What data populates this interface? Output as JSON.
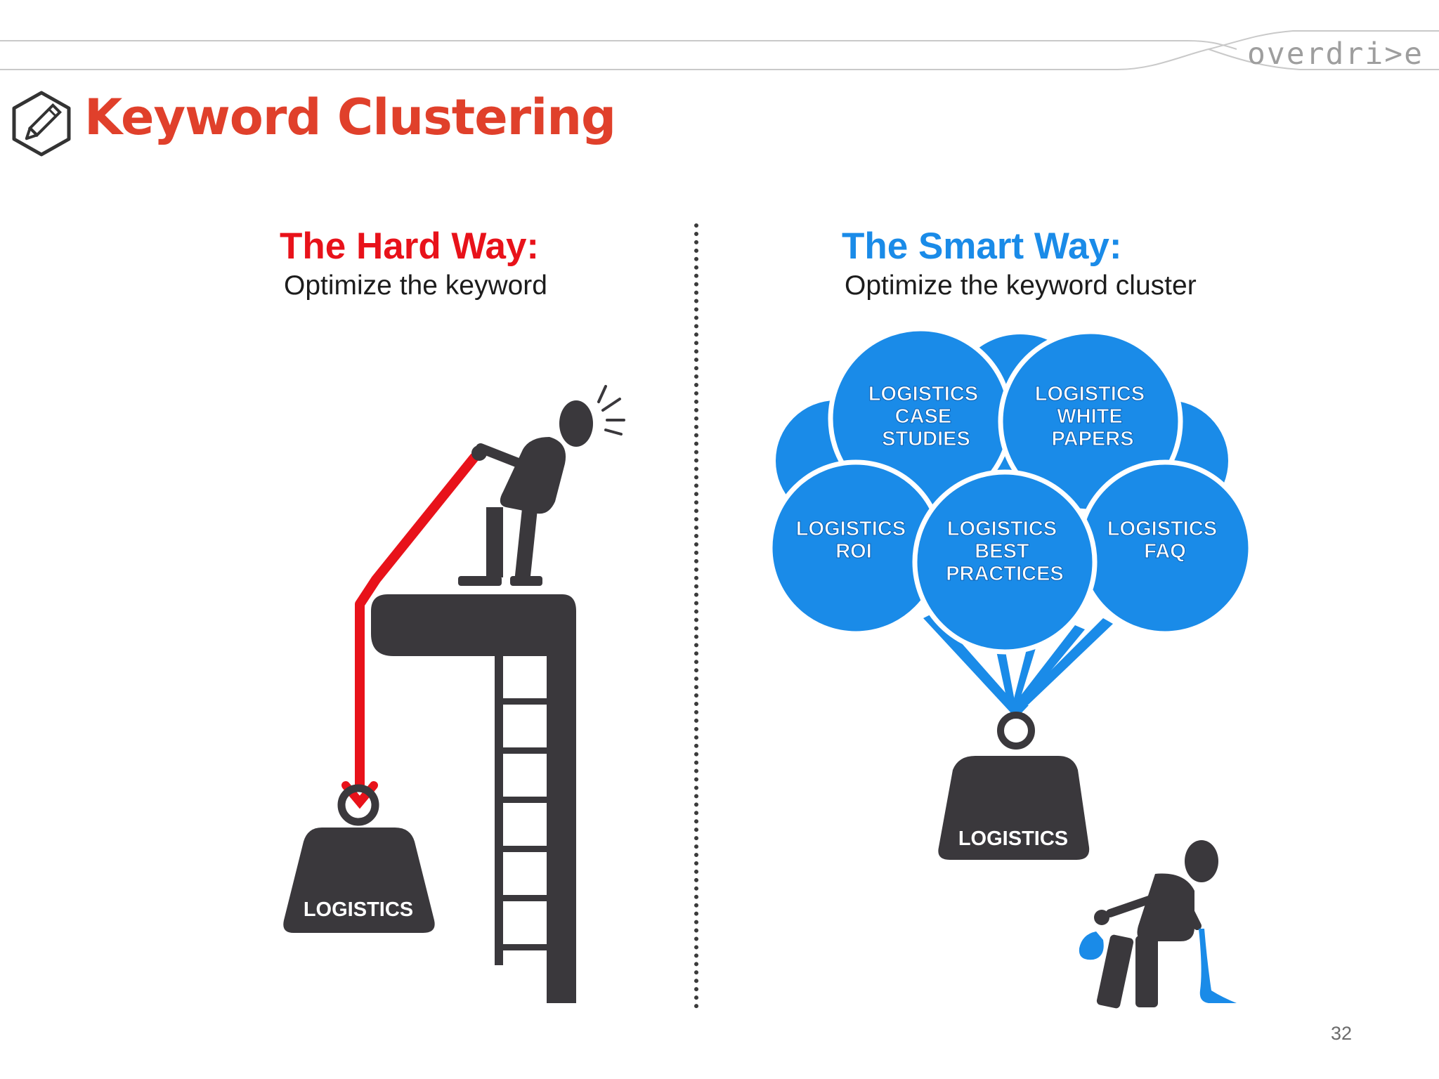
{
  "brand": "overdri>e",
  "title": "Keyword Clustering",
  "left_panel": {
    "heading": "The Hard Way:",
    "subheading": "Optimize the keyword",
    "weight_label": "LOGISTICS"
  },
  "right_panel": {
    "heading": "The Smart Way:",
    "subheading": "Optimize the keyword cluster",
    "balloons": [
      {
        "lines": [
          "LOGISTICS",
          "CASE",
          "STUDIES"
        ]
      },
      {
        "lines": [
          "LOGISTICS",
          "WHITE",
          "PAPERS"
        ]
      },
      {
        "lines": [
          "LOGISTICS",
          "ROI"
        ]
      },
      {
        "lines": [
          "LOGISTICS",
          "BEST",
          "PRACTICES"
        ]
      },
      {
        "lines": [
          "LOGISTICS",
          "FAQ"
        ]
      }
    ],
    "weight_label": "LOGISTICS"
  },
  "page_number": "32",
  "colors": {
    "title": "#e0402b",
    "hard": "#e8121a",
    "smart": "#1a8be8",
    "figure": "#3a383c"
  }
}
